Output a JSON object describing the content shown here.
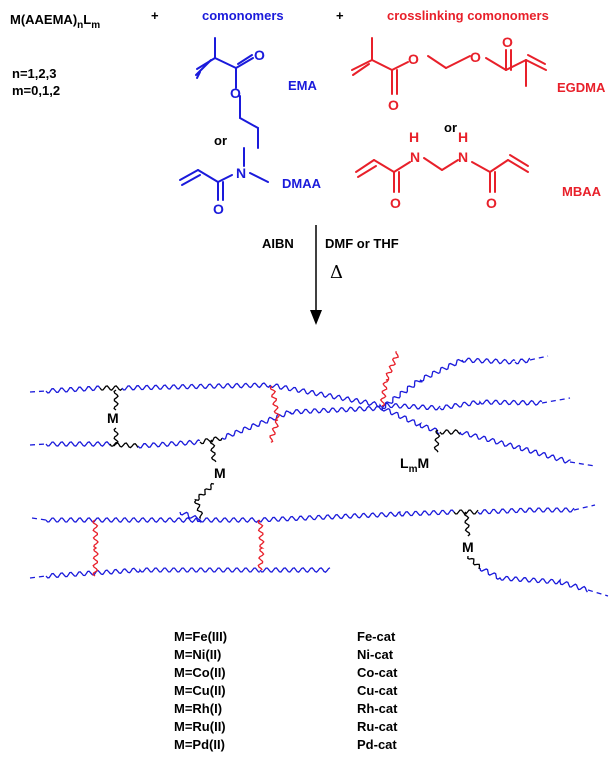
{
  "colors": {
    "black": "#000000",
    "blue": "#1a1adb",
    "red": "#e8202a"
  },
  "reactants": {
    "monomer_prefix": "M(AAEMA)",
    "monomer_sub_n": "n",
    "monomer_L": "L",
    "monomer_sub_m": "m",
    "plus1": "+",
    "plus2": "+",
    "comonomers_title": "comonomers",
    "crosslinking_title": "crosslinking comonomers",
    "n_values": "n=1,2,3",
    "m_values": "m=0,1,2",
    "or_blue": "or",
    "or_red": "or"
  },
  "molecules": {
    "ema": "EMA",
    "dmaa": "DMAA",
    "egdma": "EGDMA",
    "mbaa": "MBAA",
    "atom_O": "O",
    "atom_N": "N",
    "atom_H": "H"
  },
  "conditions": {
    "initiator": "AIBN",
    "solvent": "DMF or THF",
    "heat": "Δ"
  },
  "network": {
    "metal": "M",
    "lm_L": "L",
    "lm_sub": "m",
    "lm_M": "M"
  },
  "legend": {
    "metals": [
      "M=Fe(III)",
      "M=Ni(II)",
      "M=Co(II)",
      "M=Cu(II)",
      "M=Rh(I)",
      "M=Ru(II)",
      "M=Pd(II)"
    ],
    "catalysts": [
      "Fe-cat",
      "Ni-cat",
      "Co-cat",
      "Cu-cat",
      "Rh-cat",
      "Ru-cat",
      "Pd-cat"
    ]
  }
}
